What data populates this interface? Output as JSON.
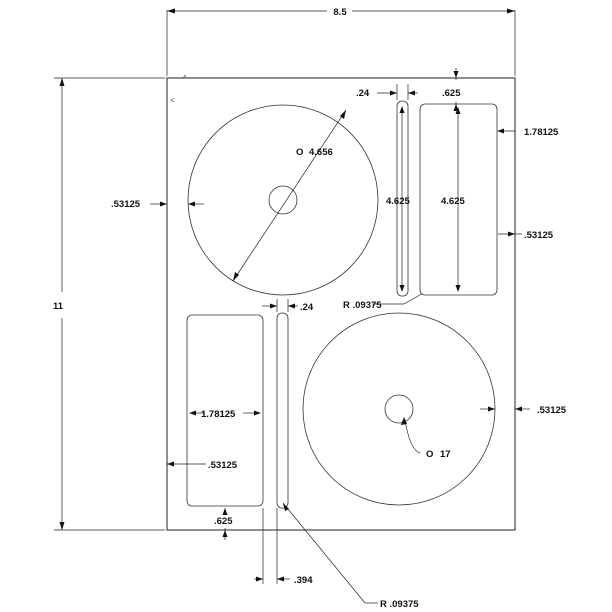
{
  "sheet": {
    "width_label": "8.5",
    "height_label": "11"
  },
  "cd_label_top": {
    "diameter_label": "4.656",
    "left_margin_label": ".53125"
  },
  "spine_strip_top": {
    "width_label": ".24",
    "height_label": "4.625",
    "radius_label": "R  .09375"
  },
  "rect_label_top": {
    "top_offset_label": ".625",
    "height_label": "4.625",
    "width_label": "1.78125",
    "right_margin_label": ".53125"
  },
  "spine_strip_bottom": {
    "width_label": ".24",
    "pitch_label": ".394",
    "radius_label": "R  .09375"
  },
  "rect_label_bottom": {
    "width_label": "1.78125",
    "left_margin_label": ".53125",
    "bottom_offset_label": ".625"
  },
  "cd_label_bottom": {
    "right_margin_label": ".53125",
    "hole_label": "17"
  },
  "symbols": {
    "diameter_symbol": "O"
  }
}
